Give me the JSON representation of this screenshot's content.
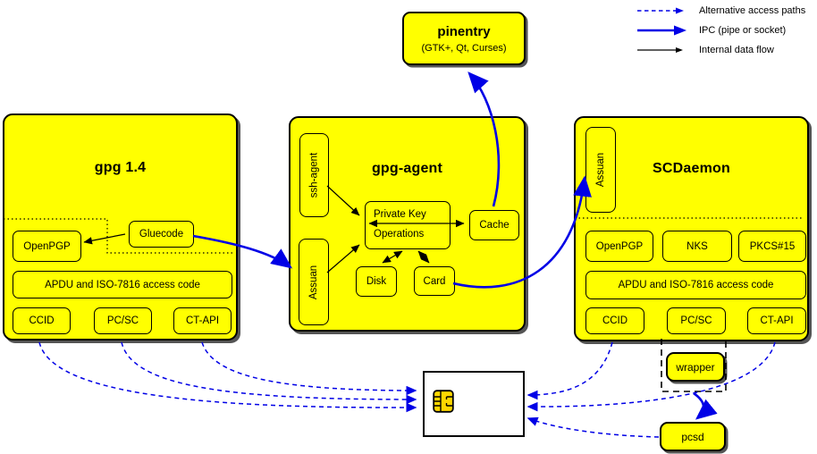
{
  "legend": {
    "items": [
      {
        "label": "Alternative access paths",
        "style": "dashed-blue"
      },
      {
        "label": "IPC (pipe or socket)",
        "style": "solid-blue-thick"
      },
      {
        "label": "Internal data flow",
        "style": "solid-black-thin"
      }
    ]
  },
  "pinentry": {
    "title": "pinentry",
    "subtitle": "(GTK+, Qt, Curses)"
  },
  "gpg14": {
    "title": "gpg 1.4",
    "openpgp": "OpenPGP",
    "gluecode": "Gluecode",
    "apdu": "APDU and ISO-7816 access code",
    "ccid": "CCID",
    "pcsc": "PC/SC",
    "ctapi": "CT-API"
  },
  "gpg_agent": {
    "title": "gpg-agent",
    "ssh_agent": "ssh-agent",
    "assuan": "Assuan",
    "private_key_ops_line1": "Private Key",
    "private_key_ops_line2": "Operations",
    "cache": "Cache",
    "disk": "Disk",
    "card": "Card"
  },
  "scdaemon": {
    "title": "SCDaemon",
    "assuan": "Assuan",
    "openpgp": "OpenPGP",
    "nks": "NKS",
    "pkcs15": "PKCS#15",
    "apdu": "APDU and ISO-7816 access code",
    "ccid": "CCID",
    "pcsc": "PC/SC",
    "ctapi": "CT-API"
  },
  "external": {
    "wrapper": "wrapper",
    "pcsd": "pcsd"
  },
  "colors": {
    "node_fill": "#ffff00",
    "ipc_blue": "#0000e6",
    "line_black": "#000000",
    "chip_gold": "#ffd700"
  }
}
